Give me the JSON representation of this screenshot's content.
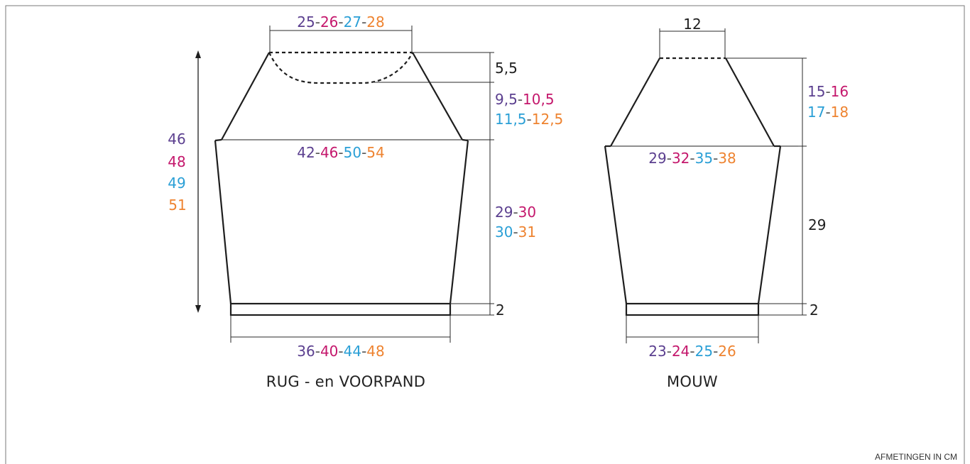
{
  "colors": {
    "size1": "#5b3f8f",
    "size2": "#c4176c",
    "size3": "#2a9fd6",
    "size4": "#ee8330",
    "plain": "#1e1e1e",
    "sep": "#555555"
  },
  "front": {
    "title": "RUG - en VOORPAND",
    "neck": [
      "25",
      "26",
      "27",
      "28"
    ],
    "neck_depth": "5,5",
    "raglan_row1": [
      "9,5",
      "10,5"
    ],
    "raglan_row2": [
      "11,5",
      "12,5"
    ],
    "chest": [
      "42",
      "46",
      "50",
      "54"
    ],
    "length": [
      "46",
      "48",
      "49",
      "51"
    ],
    "body_row1": [
      "29",
      "30"
    ],
    "body_row2": [
      "30",
      "31"
    ],
    "rib": "2",
    "bottom": [
      "36",
      "40",
      "44",
      "48"
    ]
  },
  "sleeve": {
    "title": "MOUW",
    "top": "12",
    "raglan_row1": [
      "15",
      "16"
    ],
    "raglan_row2": [
      "17",
      "18"
    ],
    "upper_arm": [
      "29",
      "32",
      "35",
      "38"
    ],
    "length": "29",
    "rib": "2",
    "cuff": [
      "23",
      "24",
      "25",
      "26"
    ]
  },
  "footer_note": "AFMETINGEN IN CM"
}
